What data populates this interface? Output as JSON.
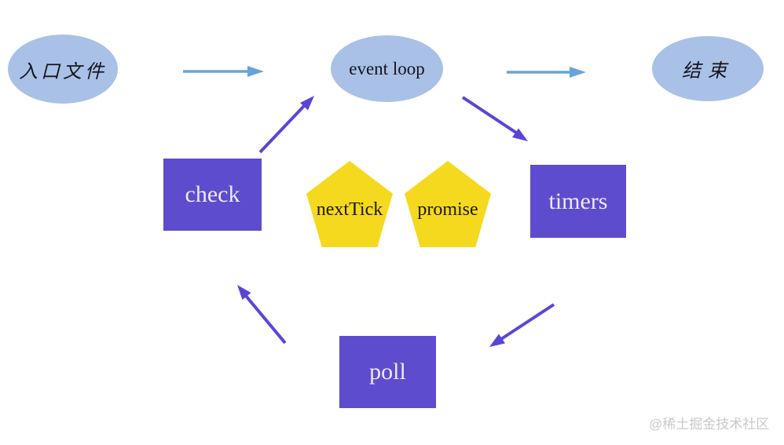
{
  "diagram": {
    "description": "node event loop flow diagram",
    "colors": {
      "ellipse_fill": "#a9c1e6",
      "rect_fill": "#5d4ccd",
      "pentagon_fill": "#f5d91e",
      "arrow_blue": "#69a4d9",
      "arrow_purple": "#5946d8",
      "rect_text": "#eee9f6",
      "watermark_text": "#c9c9c9"
    },
    "nodes": {
      "entry": {
        "label": "入口文件",
        "shape": "ellipse"
      },
      "event_loop": {
        "label": "event loop",
        "shape": "ellipse"
      },
      "end": {
        "label": "结束",
        "shape": "ellipse"
      },
      "check": {
        "label": "check",
        "shape": "rect"
      },
      "timers": {
        "label": "timers",
        "shape": "rect"
      },
      "poll": {
        "label": "poll",
        "shape": "rect"
      },
      "next_tick": {
        "label": "nextTick",
        "shape": "pentagon"
      },
      "promise": {
        "label": "promise",
        "shape": "pentagon"
      }
    },
    "edges": [
      {
        "from": "入口文件",
        "to": "event loop",
        "color": "blue"
      },
      {
        "from": "event loop",
        "to": "结束",
        "color": "blue"
      },
      {
        "from": "check",
        "to": "event loop",
        "color": "purple"
      },
      {
        "from": "event loop",
        "to": "timers",
        "color": "purple"
      },
      {
        "from": "timers",
        "to": "poll",
        "color": "purple"
      },
      {
        "from": "poll",
        "to": "check",
        "color": "purple"
      }
    ]
  },
  "watermark": {
    "text": "@稀土掘金技术社区"
  }
}
